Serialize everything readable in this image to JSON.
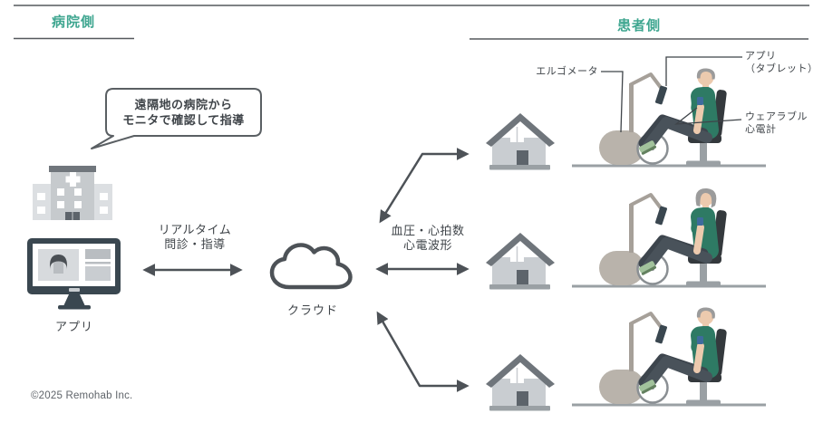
{
  "colors": {
    "accent_green": "#3fa690",
    "line_gray": "#4d5257",
    "text_dark": "#3f4449"
  },
  "headers": {
    "hospital": "病院側",
    "patient": "患者側"
  },
  "hospital_side": {
    "bubble_line1": "遠隔地の病院から",
    "bubble_line2": "モニタで確認して指導",
    "app_label": "アプリ",
    "realtime_line1": "リアルタイム",
    "realtime_line2": "問診・指導"
  },
  "cloud": {
    "label": "クラウド"
  },
  "patient_side": {
    "vitals_line1": "血圧・心拍数",
    "vitals_line2": "心電波形",
    "ergometer_label": "エルゴメータ",
    "app_label_line1": "アプリ",
    "app_label_line2": "（タブレット）",
    "wearable_label_line1": "ウェアラブル",
    "wearable_label_line2": "心電計"
  },
  "footer": {
    "copyright": "©2025 Remohab Inc."
  }
}
